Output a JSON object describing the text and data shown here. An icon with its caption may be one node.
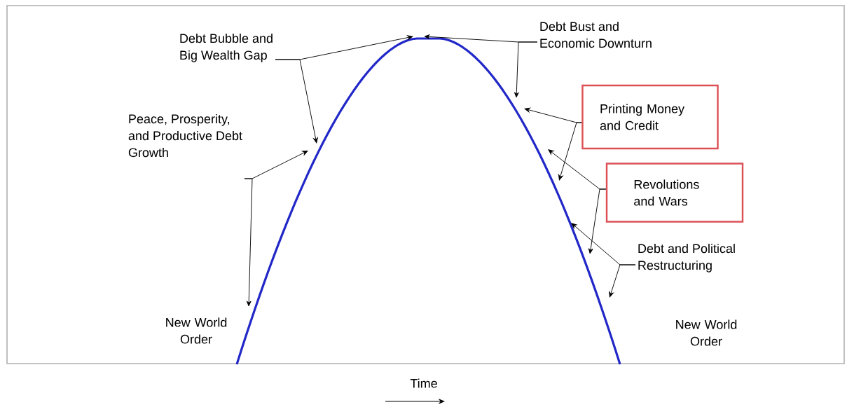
{
  "diagram": {
    "nodes": [
      {
        "text": [
          "Debt Bubble and Big Wealth Gap"
        ]
      },
      {
        "text": [
          "Debt Bust and Economic Downturn"
        ]
      },
      {
        "text": [
          "Printing Money and Credit"
        ]
      },
      {
        "text": [
          "Peace, Prosperity, and Productive Debt Growth"
        ]
      },
      {
        "text": [
          "Revolutions and Wars"
        ]
      },
      {
        "text": [
          "Debt and Political Restructuring"
        ]
      }
    ],
    "edges": [
      {
        "from": 0,
        "to": null,
        "arrow": "to"
      },
      {
        "from": 0,
        "to": null,
        "arrow": "to"
      },
      {
        "from": 1,
        "to": null,
        "arrow": "to"
      },
      {
        "from": 1,
        "to": null,
        "arrow": "to"
      },
      {
        "from": 2,
        "to": null,
        "arrow": "to"
      },
      {
        "from": 2,
        "to": null,
        "arrow": "to"
      },
      {
        "from": 3,
        "to": null,
        "arrow": "to"
      },
      {
        "from": 3,
        "to": null,
        "arrow": "to"
      },
      {
        "from": 4,
        "to": null,
        "arrow": "to"
      },
      {
        "from": 4,
        "to": null,
        "arrow": "to"
      },
      {
        "from": 5,
        "to": null,
        "arrow": "to"
      },
      {
        "from": 5,
        "to": null,
        "arrow": "to"
      }
    ],
    "labels": [
      "New World Order",
      "New World Order",
      "Time"
    ]
  }
}
